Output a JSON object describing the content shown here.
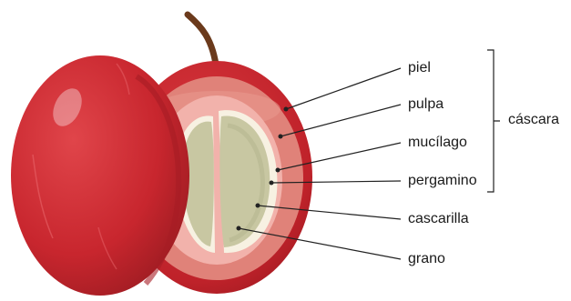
{
  "labels": {
    "piel": "piel",
    "pulpa": "pulpa",
    "mucilago": "mucílago",
    "pergamino": "pergamino",
    "cascarilla": "cascarilla",
    "grano": "grano",
    "cascara": "cáscara"
  },
  "colors": {
    "skin": "#c8262e",
    "skin_dark": "#9c1b22",
    "pulp": "#e08279",
    "mucilage": "#f2b2ab",
    "parchment": "#f7f1e2",
    "bean": "#c8c7a2",
    "bean_shadow": "#a9a982",
    "stem": "#6b3a1c",
    "leader_line": "#222222"
  }
}
